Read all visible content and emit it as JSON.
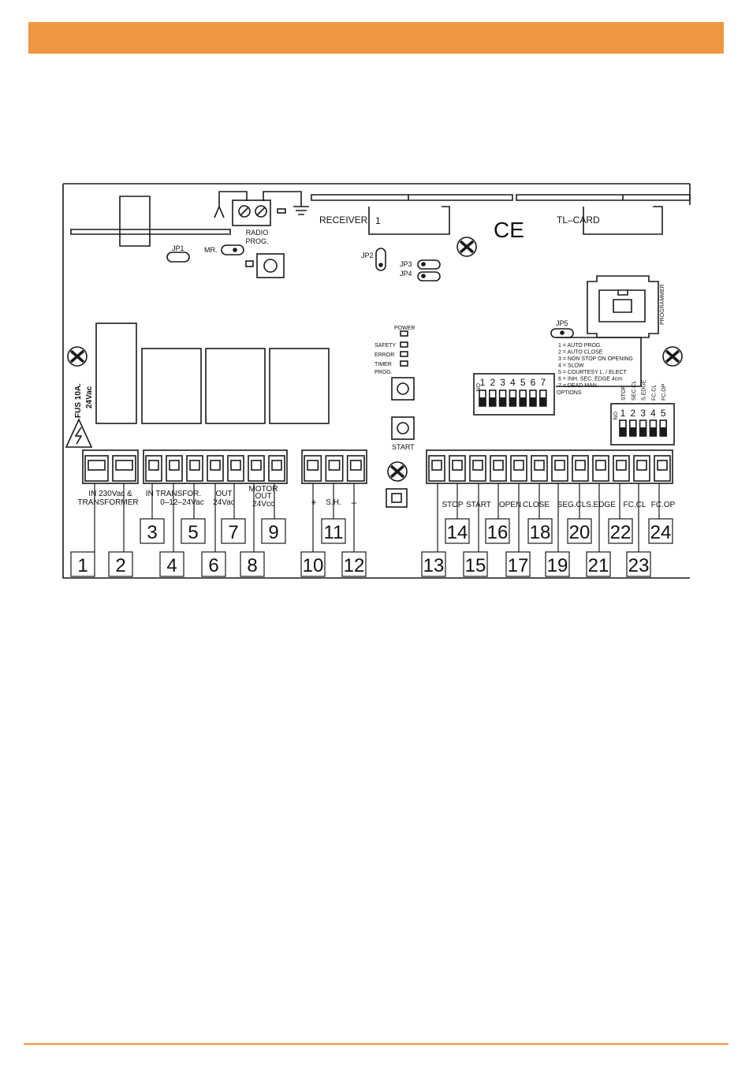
{
  "colors": {
    "accent": "#ef9640",
    "ink": "#1a1a1a"
  },
  "board": {
    "radio_prog": [
      "RADIO",
      "PROG."
    ],
    "receiver": {
      "label": "RECEIVER",
      "slot": "1"
    },
    "ce_mark": "CE",
    "tl_card": "TL–CARD",
    "programmer": "PROGRAMMER",
    "jumpers": {
      "jp1": "JP1",
      "jp2": "JP2",
      "jp3": "JP3",
      "jp4": "JP4",
      "jp5": "JP5",
      "mr": "MR."
    },
    "fuse": [
      "FUS 10A.",
      "24Vac"
    ],
    "leds": [
      "POWER",
      "SAFETY",
      "ERROR",
      "TIMER",
      "PROG."
    ],
    "start_button": "START",
    "dip_options": {
      "on": "ON",
      "numbers": [
        "1",
        "2",
        "3",
        "4",
        "5",
        "6",
        "7"
      ],
      "caption": "OPTIONS"
    },
    "options_list": [
      "1 = AUTO PROG.",
      "2 = AUTO CLOSE",
      "3 = NON STOP ON OPENING",
      "4 = SLOW",
      "5 = COURTESY L. / ELECT",
      "6 = INH. SEC. EDGE 4cm",
      "7 = DEAD MAN"
    ],
    "dip_safety": {
      "on": "ON",
      "numbers": [
        "1",
        "2",
        "3",
        "4",
        "5"
      ],
      "labels": [
        "STOP",
        "SEC.CL",
        "S.EDGE",
        "FC.CL",
        "FC.OP"
      ]
    },
    "terminal_labels": {
      "in_230": "IN 230Vac &",
      "transformer": "TRANSFORMER",
      "in_transfor": "IN TRANSFOR.",
      "transfor_volts": "0–12–24Vac",
      "out_24": [
        "OUT",
        "24Vac"
      ],
      "motor_out": [
        "MOTOR",
        "OUT",
        "24Vcc"
      ],
      "plus": "+",
      "sh": "S.H.",
      "minus": "–",
      "stop": "STOP",
      "start": "START",
      "open": "OPEN",
      "close": "CLOSE",
      "seg_cl": "SEG.CL",
      "s_edge": "S.EDGE",
      "fc_cl": "FC.CL",
      "fc_op": "FC.OP"
    }
  },
  "callouts": [
    "1",
    "2",
    "3",
    "4",
    "5",
    "6",
    "7",
    "8",
    "9",
    "10",
    "11",
    "12",
    "13",
    "14",
    "15",
    "16",
    "17",
    "18",
    "19",
    "20",
    "21",
    "22",
    "23",
    "24"
  ]
}
